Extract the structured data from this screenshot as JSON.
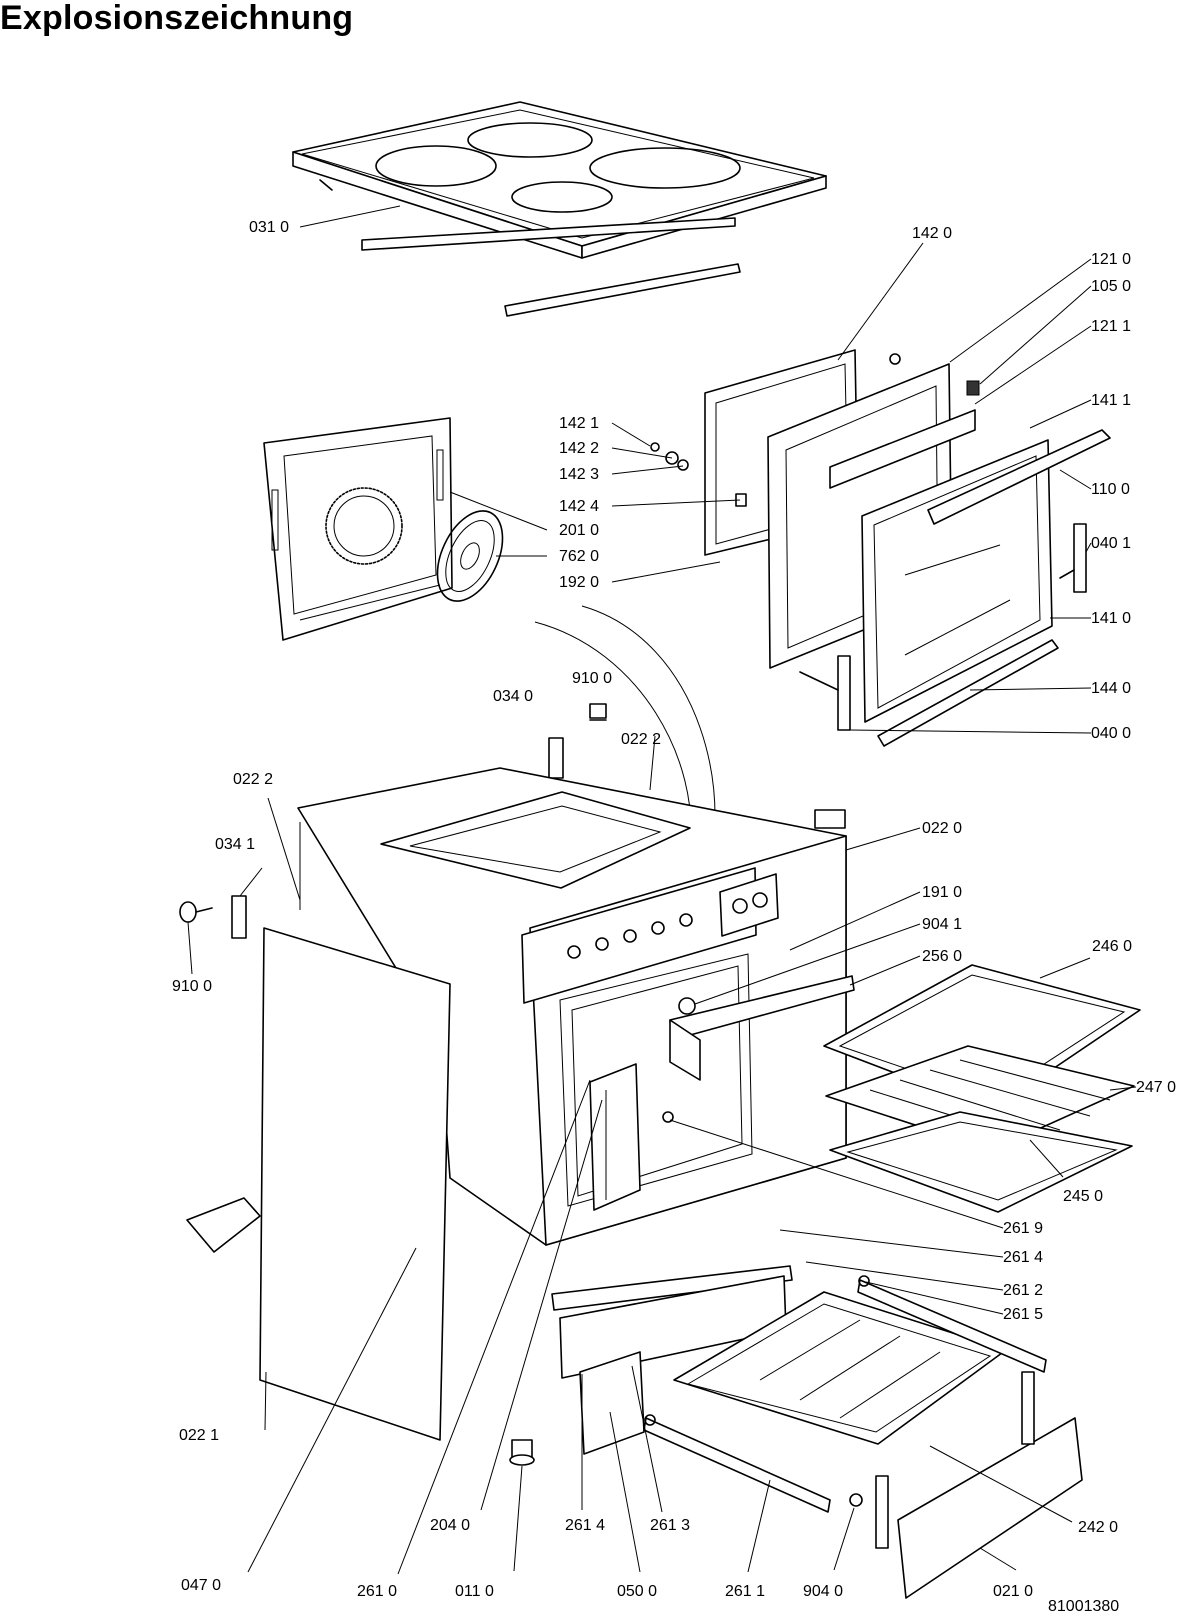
{
  "title": "Explosionszeichnung",
  "document_number": "81001380",
  "part_labels": {
    "p0310": "031 0",
    "p1420": "142 0",
    "p1210": "121 0",
    "p1050": "105 0",
    "p1211": "121 1",
    "p1411": "141 1",
    "p1100": "110 0",
    "p0401": "040 1",
    "p1410": "141 0",
    "p1440": "144 0",
    "p0400": "040 0",
    "p1421": "142 1",
    "p1422": "142 2",
    "p1423": "142 3",
    "p1424": "142 4",
    "p2010": "201 0",
    "p7620": "762 0",
    "p1920": "192 0",
    "p9100a": "910 0",
    "p0340": "034 0",
    "p0222a": "022 2",
    "p0222b": "022 2",
    "p0341": "034 1",
    "p9100b": "910 0",
    "p0220": "022 0",
    "p1910": "191 0",
    "p9041": "904 1",
    "p2560": "256 0",
    "p2460": "246 0",
    "p2470": "247 0",
    "p2450": "245 0",
    "p2619": "261 9",
    "p2614a": "261 4",
    "p2612": "261 2",
    "p2615": "261 5",
    "p0221": "022 1",
    "p0470": "047 0",
    "p2610": "261 0",
    "p2040": "204 0",
    "p0110": "011 0",
    "p2614b": "261 4",
    "p2613": "261 3",
    "p0500": "050 0",
    "p2611": "261 1",
    "p9040": "904 0",
    "p2420": "242 0",
    "p0210": "021 0"
  }
}
